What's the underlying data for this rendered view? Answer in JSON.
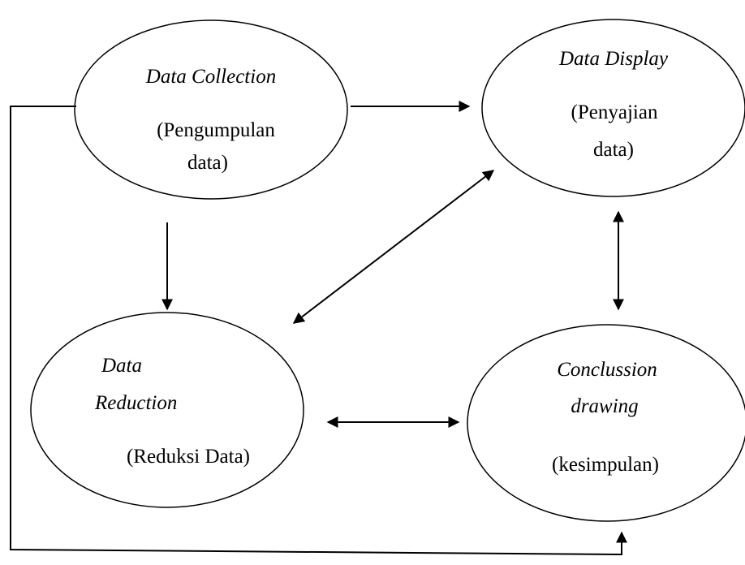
{
  "diagram": {
    "nodes": {
      "data_collection": {
        "title": "Data Collection",
        "subtitle_lines": [
          "(Pengumpulan",
          "data)"
        ]
      },
      "data_display": {
        "title": "Data Display",
        "subtitle_lines": [
          "(Penyajian",
          "data)"
        ]
      },
      "data_reduction": {
        "title_lines": [
          "Data",
          "Reduction"
        ],
        "subtitle": "(Reduksi Data)"
      },
      "conclusion": {
        "title_lines": [
          "Conclussion",
          "drawing"
        ],
        "subtitle": "(kesimpulan)"
      }
    },
    "edges": [
      {
        "from": "data_collection",
        "to": "data_display",
        "direction": "one-way"
      },
      {
        "from": "data_collection",
        "to": "data_reduction",
        "direction": "one-way"
      },
      {
        "from": "data_display",
        "to": "data_reduction",
        "direction": "two-way"
      },
      {
        "from": "data_display",
        "to": "conclusion",
        "direction": "two-way"
      },
      {
        "from": "data_reduction",
        "to": "conclusion",
        "direction": "two-way"
      },
      {
        "from": "data_collection",
        "to": "conclusion",
        "direction": "one-way"
      }
    ],
    "colors": {
      "line": "#000000",
      "background": "#ffffff",
      "text": "#000000"
    }
  }
}
